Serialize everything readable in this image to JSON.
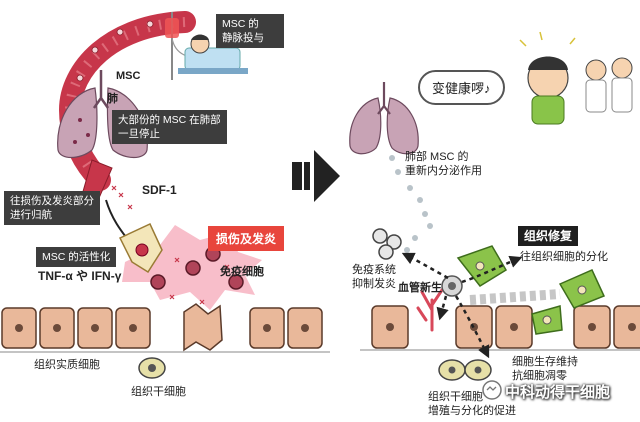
{
  "left": {
    "msc_iv": [
      "MSC 的",
      "静脉投与"
    ],
    "msc": "MSC",
    "lung": "肺",
    "lung_note": [
      "大部份的 MSC 在肺部",
      "一旦停止"
    ],
    "homing": [
      "往损伤及发炎部分",
      "进行归航"
    ],
    "sdf": "SDF-1",
    "activation": "MSC 的活性化",
    "cytokines": "TNF-α や IFN-γ",
    "injury": "损伤及发炎",
    "immune_cell": "免疫细胞",
    "parenchymal": "组织实质细胞",
    "stem_cell": "组织干细胞"
  },
  "right": {
    "speech": "变健康啰♪",
    "lung_secretion": [
      "肺部 MSC 的",
      "重新内分泌作用"
    ],
    "repair": "组织修复",
    "diff": "往组织细胞的分化",
    "immune_suppress": [
      "免疫系统",
      "抑制发炎"
    ],
    "angiogenesis": "血管新生",
    "survival": [
      "细胞生存维持",
      "抗细胞凋零"
    ],
    "stem_promote": [
      "组织干细胞",
      "增殖与分化的促进"
    ]
  },
  "watermark": "中科动得干细胞",
  "colors": {
    "red_label": "#e8453c",
    "dark_label": "#3d3d3d",
    "tissue": "#e9b89a",
    "inflammation": "#f7b7c4"
  }
}
